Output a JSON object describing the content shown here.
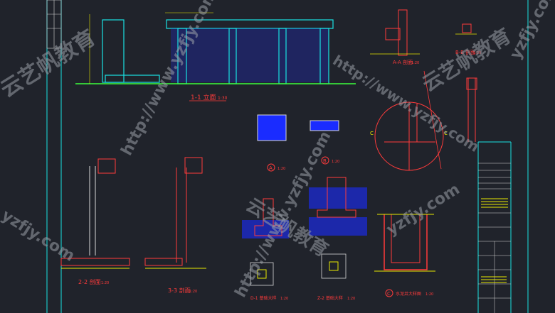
{
  "colors": {
    "background": "#20232b",
    "frame_cyan": "#19e3e3",
    "line_red": "#ff3b3b",
    "line_yellow": "#e8e800",
    "line_green": "#3cff3c",
    "fill_blue": "#1a2cff",
    "line_white": "#d8d8d8",
    "line_magenta": "#ff40ff"
  },
  "sections": {
    "section_1_1": {
      "title": "1-1 立面",
      "scale": "1:30"
    },
    "section_a_a": {
      "title": "A-A 剖面",
      "scale": "1:20"
    },
    "section_b_b": {
      "title": "B-B 剖面",
      "scale": "1:20"
    },
    "detail_a": {
      "marker": "A",
      "scale": "1:20"
    },
    "detail_b": {
      "marker": "B",
      "scale": "1:20"
    },
    "section_2_2_left": {
      "title": "2-2 剖面",
      "scale": "1:20"
    },
    "section_3_3": {
      "title": "3-3 剖面",
      "scale": "1:20"
    },
    "section_d_1": {
      "title": "D-1 基础大样",
      "scale": "1:20"
    },
    "section_z_2": {
      "title": "Z-2 基础大样",
      "scale": "1:20"
    },
    "detail_c": {
      "marker": "C",
      "title": "水泥井大样图",
      "scale": "1:20"
    }
  },
  "callouts": {
    "c_letter_1": "C",
    "c_letter_2": "C"
  },
  "watermarks": [
    {
      "text": "云艺帆教育"
    },
    {
      "text": "http://www.yzfjy.com"
    },
    {
      "text": "http://www.yzfjy.com"
    },
    {
      "text": "云艺帆教育"
    },
    {
      "text": "yzfjy.com"
    },
    {
      "text": "http://www.yzfjy.com"
    },
    {
      "text": "云艺帆教育"
    },
    {
      "text": "yzfjy.com"
    },
    {
      "text": "yzfjy.com"
    }
  ]
}
